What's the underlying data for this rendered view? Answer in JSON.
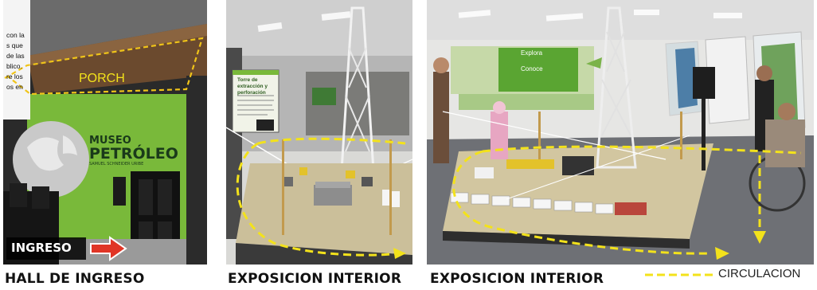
{
  "photos": [
    {
      "caption": "HALL DE INGRESO",
      "overlay_labels": {
        "porch": "PORCH",
        "entrance": "INGRESO"
      },
      "sign_lines": [
        "MUSEO",
        "PETRÓLEO",
        "SAMUEL SCHNEIDER URIBE"
      ],
      "side_text": [
        "con la",
        "s que",
        "de las",
        "blico.",
        "re los",
        "os en"
      ]
    },
    {
      "caption": "EXPOSICION INTERIOR",
      "panel_title": "Torre de extracción y perforación"
    },
    {
      "caption": "EXPOSICION INTERIOR",
      "wall_text": [
        "Explora",
        "Conoce"
      ]
    }
  ],
  "legend": {
    "label": "CIRCULACION",
    "line_color": "#f3e21b"
  },
  "colors": {
    "arrow": "#f3e21b",
    "porch_outline": "#f0c419",
    "museum_green": "#79b93a",
    "entrance_arrow": "#e03526"
  }
}
